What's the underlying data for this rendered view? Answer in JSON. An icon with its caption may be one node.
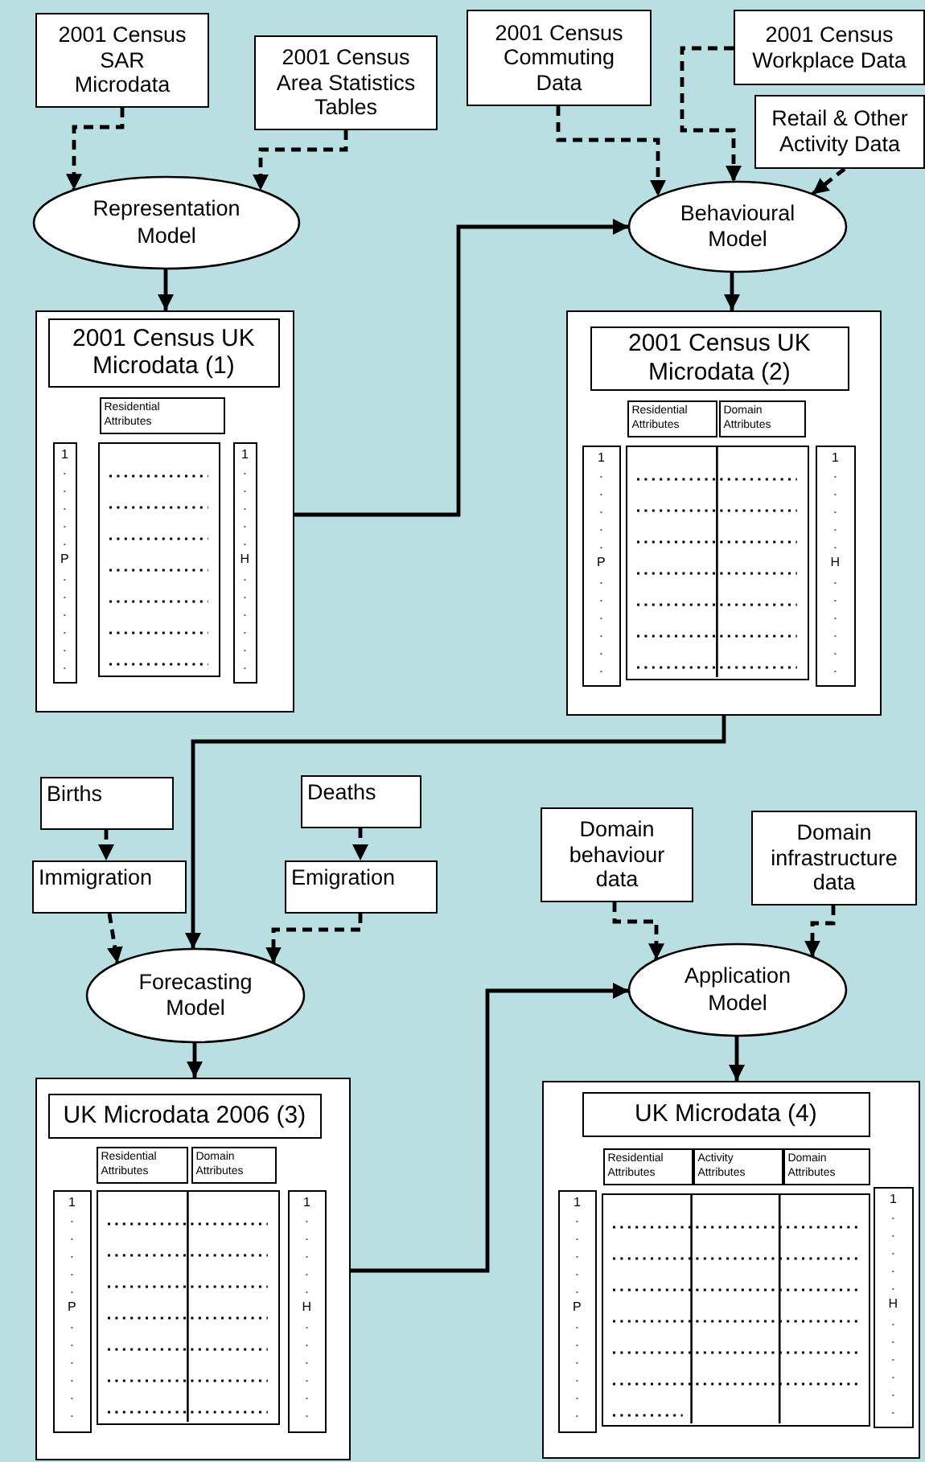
{
  "diagram": {
    "nodes": [
      {
        "text": [
          "2001 Census SAR Microdata"
        ]
      },
      {
        "text": [
          "2001 Census Area Statistics Tables"
        ]
      },
      {
        "text": [
          "2001 Census Commuting Data"
        ]
      },
      {
        "text": [
          "2001 Census Workplace Data"
        ]
      },
      {
        "text": [
          "Retail & Other Activity Data"
        ]
      },
      {
        "text": [
          "Representation Model"
        ]
      },
      {
        "text": [
          "Behavioural Model"
        ]
      },
      {
        "text": [],
        "shape": "box"
      },
      {
        "text": [
          "2001 Census UK Microdata (1)"
        ],
        "in": 7
      },
      {
        "text": [
          "Residential Attributes"
        ],
        "in": 7
      },
      {
        "text": [
          "1",
          "P"
        ],
        "in": 7
      },
      {
        "text": [],
        "shape": "box",
        "in": 7
      },
      {
        "text": [
          "1",
          "H"
        ],
        "in": 7
      },
      {
        "text": [],
        "shape": "box"
      },
      {
        "text": [
          "2001 Census UK Microdata (2)"
        ],
        "in": 13
      },
      {
        "text": [
          "Residential Attributes"
        ],
        "in": 13
      },
      {
        "text": [
          "Domain Attributes"
        ],
        "in": 13
      },
      {
        "text": [
          "1",
          "P"
        ],
        "in": 13
      },
      {
        "text": [],
        "shape": "box",
        "in": 13
      },
      {
        "text": [
          "1",
          "H"
        ],
        "in": 13
      },
      {
        "text": [
          "Births"
        ]
      },
      {
        "text": [
          "Immigration"
        ]
      },
      {
        "text": [
          "Deaths"
        ]
      },
      {
        "text": [
          "Emigration"
        ]
      },
      {
        "text": [
          "Forecasting Model"
        ]
      },
      {
        "text": [
          "Domain behaviour data"
        ]
      },
      {
        "text": [
          "Domain infrastructure data"
        ]
      },
      {
        "text": [
          "Application Model"
        ]
      },
      {
        "text": [],
        "shape": "box"
      },
      {
        "text": [
          "UK Microdata 2006 (3)"
        ],
        "in": 28
      },
      {
        "text": [
          "Residential Attributes"
        ],
        "in": 28
      },
      {
        "text": [
          "Domain Attributes"
        ],
        "in": 28
      },
      {
        "text": [
          "1",
          "P"
        ],
        "in": 28
      },
      {
        "text": [],
        "shape": "box",
        "in": 28
      },
      {
        "text": [
          "1",
          "H"
        ],
        "in": 28
      },
      {
        "text": [],
        "shape": "box"
      },
      {
        "text": [
          "UK Microdata (4)"
        ],
        "in": 35
      },
      {
        "text": [
          "Residential Attributes"
        ],
        "in": 35
      },
      {
        "text": [
          "Activity Attributes"
        ],
        "in": 35
      },
      {
        "text": [
          "Domain Attributes"
        ],
        "in": 35
      },
      {
        "text": [
          "1",
          "P"
        ],
        "in": 35
      },
      {
        "text": [],
        "shape": "box",
        "in": 35
      },
      {
        "text": [
          "1",
          "H"
        ],
        "in": 35
      }
    ],
    "edges": [
      {
        "from": 0,
        "to": 5,
        "arrow": "to",
        "style": "dashed"
      },
      {
        "from": 1,
        "to": 5,
        "arrow": "to",
        "style": "dashed"
      },
      {
        "from": 2,
        "to": 6,
        "arrow": "to",
        "style": "dashed"
      },
      {
        "from": 3,
        "to": 6,
        "arrow": "to",
        "style": "dashed"
      },
      {
        "from": 4,
        "to": 6,
        "arrow": "to",
        "style": "dashed"
      },
      {
        "from": 5,
        "to": 7,
        "arrow": "to"
      },
      {
        "from": 7,
        "to": 6,
        "arrow": "to"
      },
      {
        "from": 6,
        "to": 13,
        "arrow": "to"
      },
      {
        "from": 13,
        "to": 24,
        "arrow": "to"
      },
      {
        "from": 20,
        "to": 21,
        "arrow": "to",
        "style": "dashed"
      },
      {
        "from": 22,
        "to": 23,
        "arrow": "to",
        "style": "dashed"
      },
      {
        "from": 21,
        "to": 24,
        "arrow": "to",
        "style": "dashed"
      },
      {
        "from": 23,
        "to": 24,
        "arrow": "to",
        "style": "dashed"
      },
      {
        "from": 24,
        "to": 28,
        "arrow": "to"
      },
      {
        "from": 25,
        "to": 27,
        "arrow": "to",
        "style": "dashed"
      },
      {
        "from": 26,
        "to": 27,
        "arrow": "to",
        "style": "dashed"
      },
      {
        "from": 28,
        "to": 27,
        "arrow": "to"
      },
      {
        "from": 27,
        "to": 35,
        "arrow": "to"
      }
    ]
  }
}
